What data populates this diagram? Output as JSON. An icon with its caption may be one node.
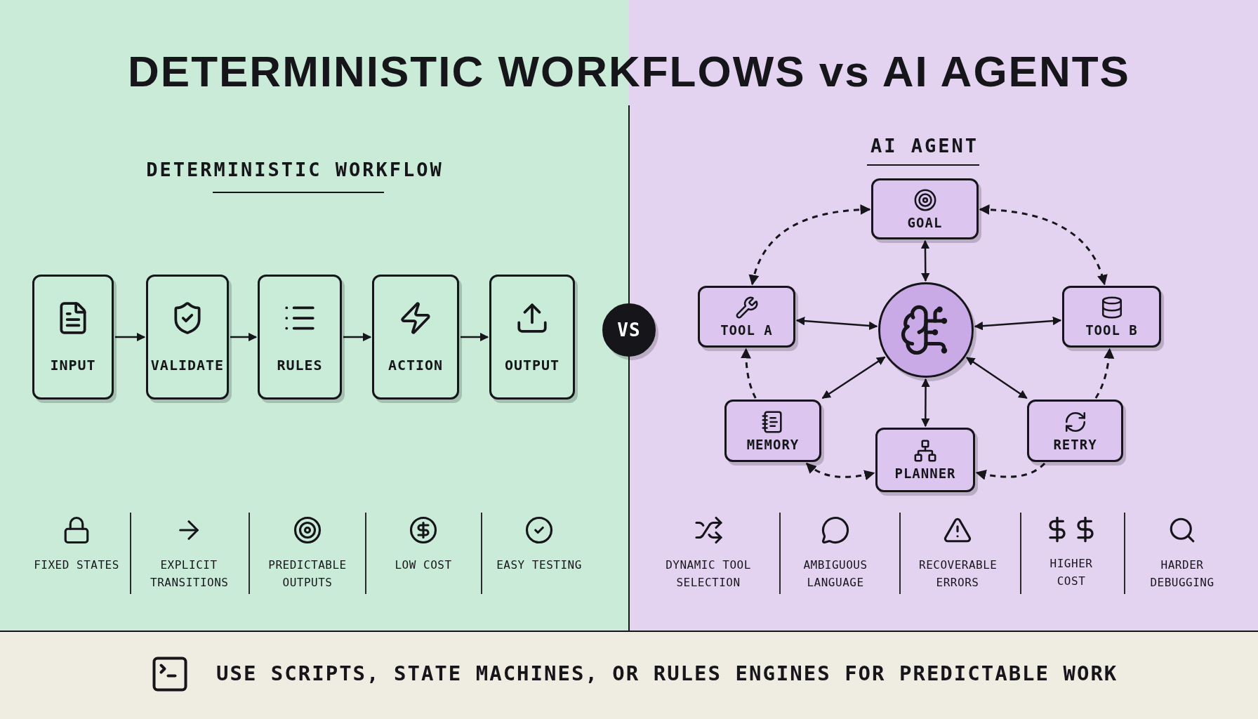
{
  "diagram": {
    "title": "DETERMINISTIC WORKFLOWS vs AI AGENTS",
    "nodes": [
      {
        "text": [
          "INPUT"
        ]
      },
      {
        "text": [
          "VALIDATE"
        ]
      },
      {
        "text": [
          "RULES"
        ]
      },
      {
        "text": [
          "ACTION"
        ]
      },
      {
        "text": [
          "OUTPUT"
        ]
      },
      {
        "text": [
          "VS"
        ]
      },
      {
        "text": [
          "GOAL"
        ]
      },
      {
        "text": [
          "TOOL A"
        ]
      },
      {
        "text": [],
        "shape": "circle"
      },
      {
        "text": [
          "TOOL B"
        ]
      },
      {
        "text": [
          "MEMORY"
        ]
      },
      {
        "text": [
          "RETRY"
        ]
      },
      {
        "text": [
          "PLANNER"
        ]
      }
    ],
    "edges": [
      {
        "from": 0,
        "to": 1,
        "arrow": "to"
      },
      {
        "from": 1,
        "to": 2,
        "arrow": "to"
      },
      {
        "from": 2,
        "to": 3,
        "arrow": "to"
      },
      {
        "from": 3,
        "to": 4,
        "arrow": "to"
      },
      {
        "from": 6,
        "to": 8,
        "arrow": "both"
      },
      {
        "from": 7,
        "to": 8,
        "arrow": "both"
      },
      {
        "from": 8,
        "to": 9,
        "arrow": "both"
      },
      {
        "from": 8,
        "to": 10,
        "arrow": "both"
      },
      {
        "from": 8,
        "to": 11,
        "arrow": "both"
      },
      {
        "from": 8,
        "to": 12,
        "arrow": "both"
      },
      {
        "from": 6,
        "to": 7,
        "arrow": "both",
        "style": "dashed"
      },
      {
        "from": 6,
        "to": 9,
        "arrow": "both",
        "style": "dashed"
      },
      {
        "from": 10,
        "to": 7,
        "arrow": "to",
        "style": "dashed"
      },
      {
        "from": 11,
        "to": 9,
        "arrow": "to",
        "style": "dashed"
      },
      {
        "from": 10,
        "to": 12,
        "arrow": "both",
        "style": "dashed"
      },
      {
        "from": 11,
        "to": 12,
        "arrow": "to",
        "style": "dashed"
      }
    ],
    "labels": [
      "DETERMINISTIC WORKFLOW",
      "AI AGENT",
      "FIXED STATES",
      "EXPLICIT TRANSITIONS",
      "PREDICTABLE OUTPUTS",
      "LOW COST",
      "EASY TESTING",
      "DYNAMIC TOOL SELECTION",
      "AMBIGUOUS LANGUAGE",
      "RECOVERABLE ERRORS",
      "HIGHER COST",
      "HARDER DEBUGGING",
      "USE SCRIPTS, STATE MACHINES, OR RULES ENGINES FOR PREDICTABLE WORK"
    ]
  }
}
